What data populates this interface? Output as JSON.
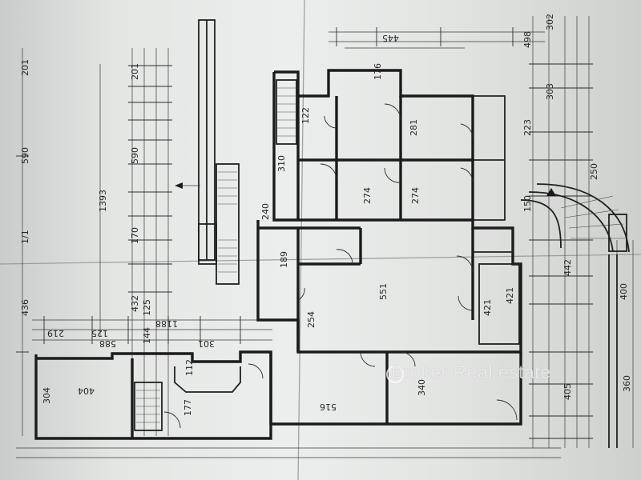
{
  "watermark": {
    "text": "Broker Real estate"
  },
  "sheet_label": "1/1",
  "dims": {
    "d590a": "590",
    "d201a": "201",
    "d1393": "1393",
    "d432": "432",
    "d436": "436",
    "d219": "219",
    "d125a": "125",
    "d588": "588",
    "d1188": "1188",
    "d301": "301",
    "d304": "304",
    "d404": "404",
    "d112": "112",
    "d177": "177",
    "d516": "516",
    "d340a": "340",
    "d551": "551",
    "d421a": "421",
    "d421b": "421",
    "d274a": "274",
    "d274b": "274",
    "d281": "281",
    "d176": "176",
    "d445": "445",
    "d498": "498",
    "d302": "302",
    "d303": "303",
    "d223": "223",
    "d250": "250",
    "d442": "442",
    "d405": "405",
    "d400": "400",
    "d360": "360",
    "d310": "310",
    "d240": "240",
    "d189": "189",
    "d254": "254",
    "d150": "150",
    "d122": "122",
    "d170": "170",
    "d201b": "201",
    "d590b": "590",
    "d144": "144",
    "d125b": "125"
  }
}
